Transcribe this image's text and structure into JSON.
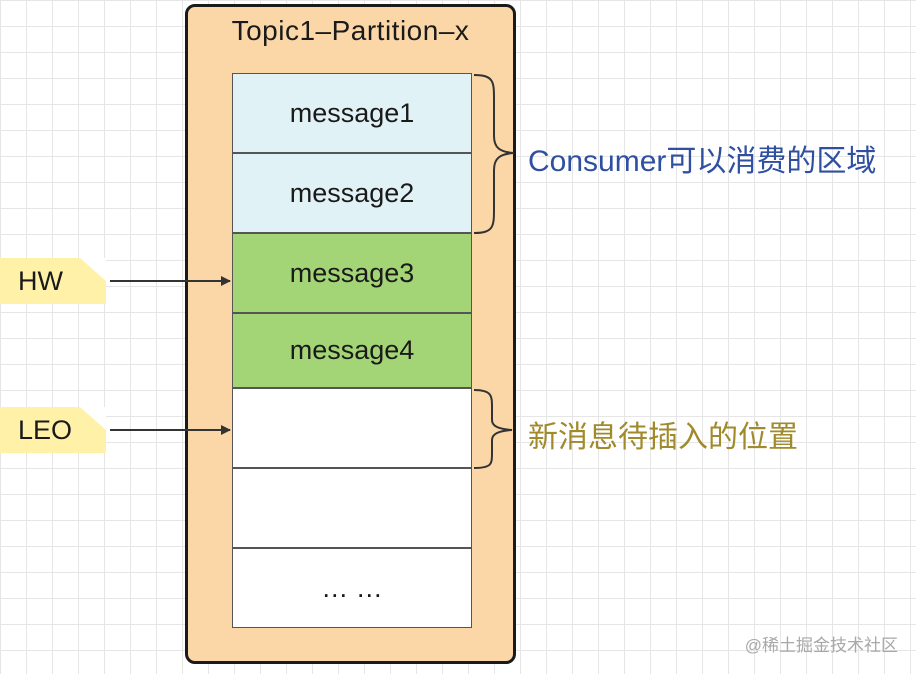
{
  "partition": {
    "title": "Topic1–Partition–x"
  },
  "cells": [
    {
      "label": "message1",
      "state": "consumed"
    },
    {
      "label": "message2",
      "state": "consumed"
    },
    {
      "label": "message3",
      "state": "committed"
    },
    {
      "label": "message4",
      "state": "committed"
    },
    {
      "label": "",
      "state": "empty"
    },
    {
      "label": "",
      "state": "empty"
    },
    {
      "label": "… …",
      "state": "empty"
    }
  ],
  "markers": {
    "hw": "HW",
    "leo": "LEO"
  },
  "annotations": {
    "consumer_region": "Consumer可以消费的区域",
    "insert_position": "新消息待插入的位置"
  },
  "watermark": "@稀土掘金技术社区",
  "colors": {
    "partition_bg": "#fbd7a8",
    "consumed_bg": "#e1f2f6",
    "committed_bg": "#a3d576",
    "empty_bg": "#ffffff",
    "tag_bg": "#fff2a8",
    "consumer_text": "#2f4fa1",
    "insert_text": "#a08a2a"
  }
}
